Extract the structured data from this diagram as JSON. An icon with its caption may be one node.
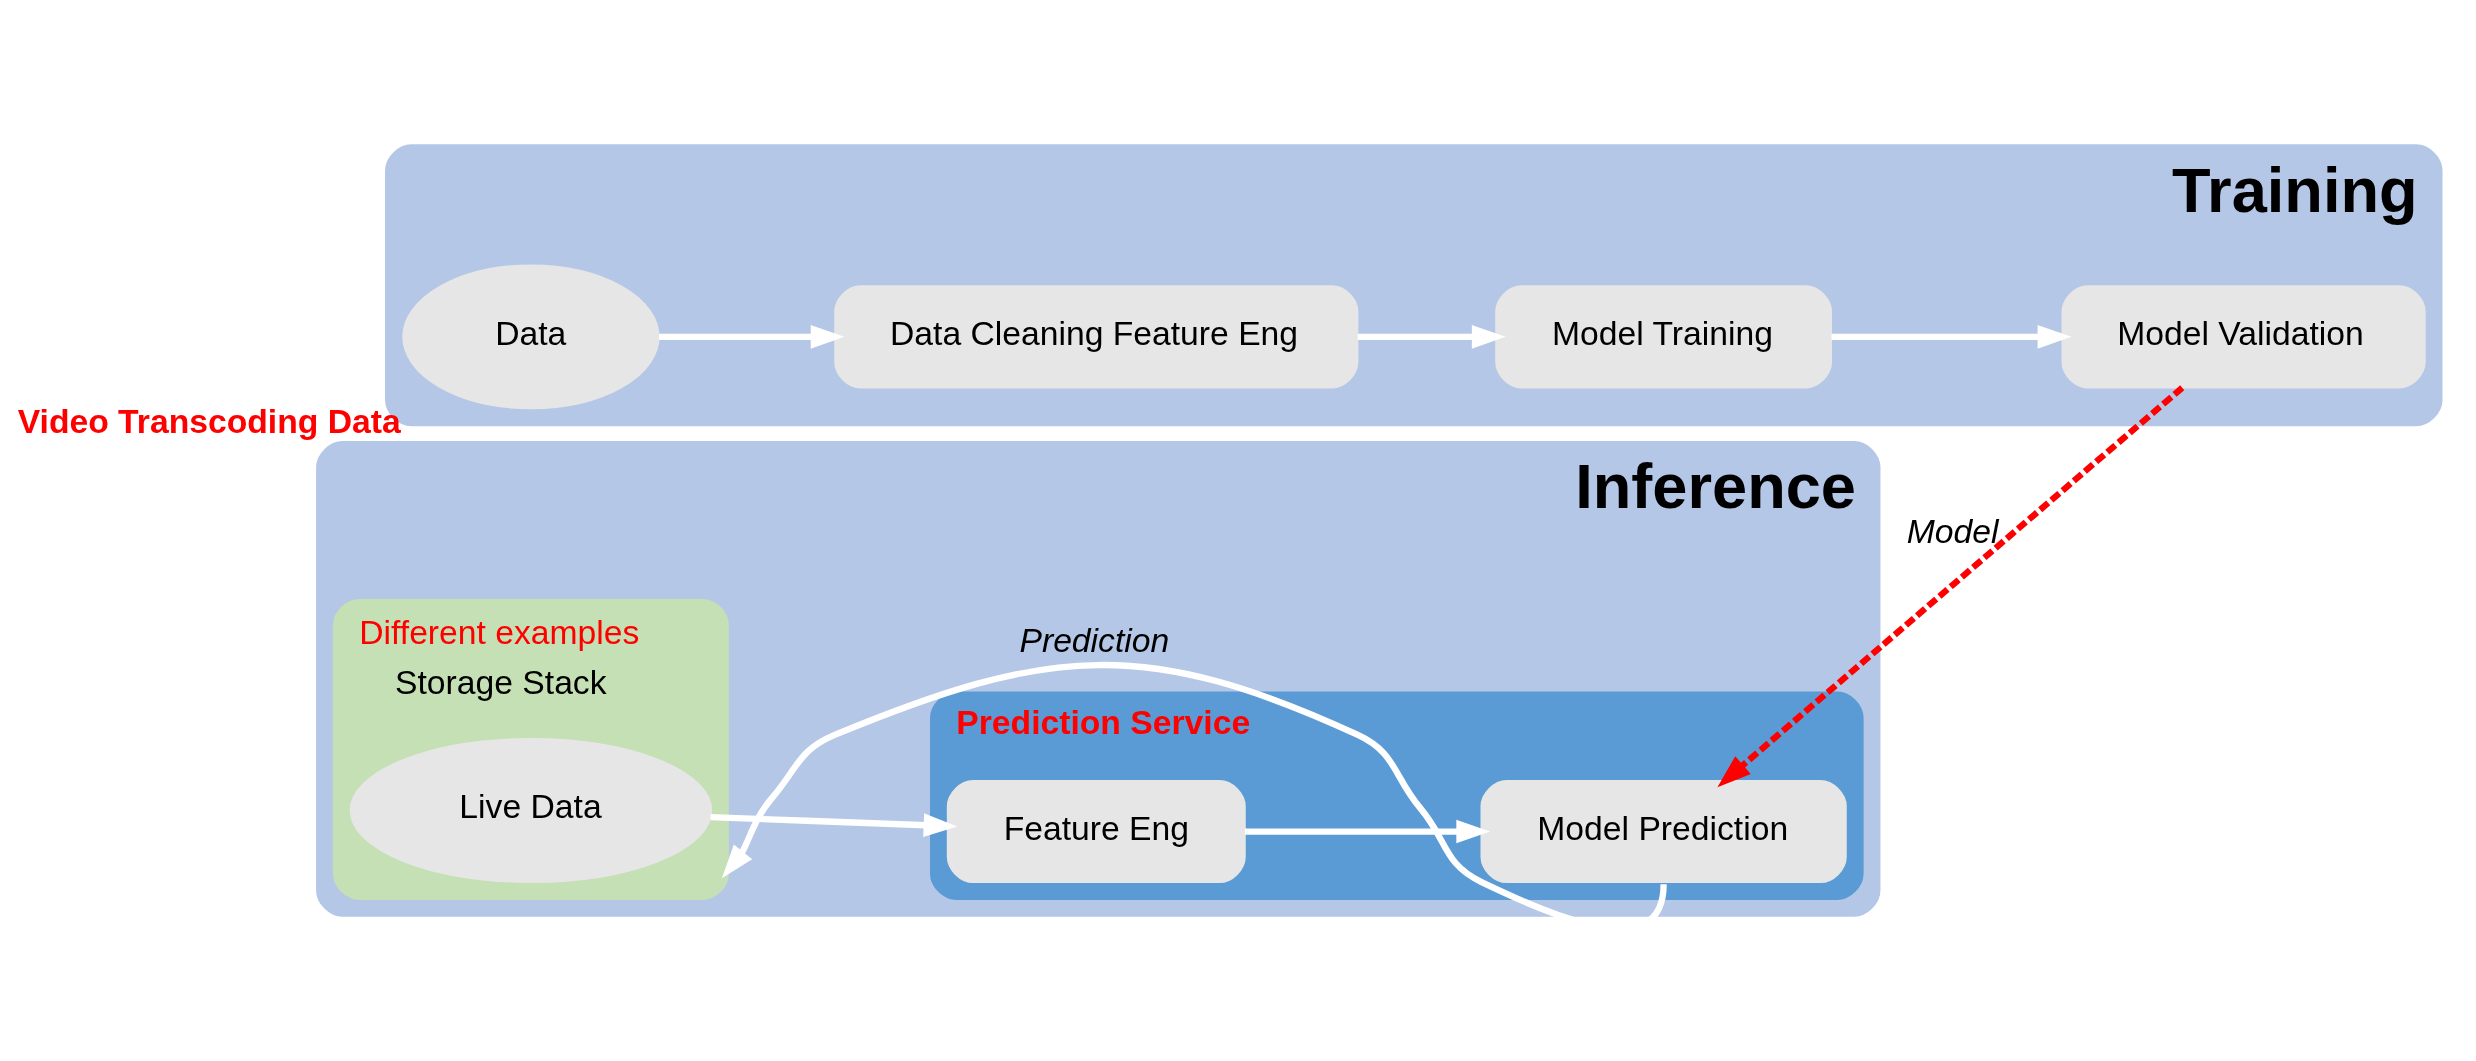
{
  "diagram": {
    "nodes": [
      {
        "text": [
          "Training"
        ]
      },
      {
        "text": [
          "Data"
        ],
        "in": 0,
        "beside": [
          "Video Transcoding Data"
        ]
      },
      {
        "text": [
          "Data Cleaning Feature Eng"
        ],
        "in": 0
      },
      {
        "text": [
          "Model Training"
        ],
        "in": 0
      },
      {
        "text": [
          "Model Validation"
        ],
        "in": 0
      },
      {
        "text": [
          "Inference"
        ]
      },
      {
        "text": [
          "Different examples",
          "Storage Stack"
        ],
        "in": 5
      },
      {
        "text": [
          "Live Data"
        ],
        "in": 6
      },
      {
        "text": [
          "Prediction Service"
        ],
        "in": 5
      },
      {
        "text": [
          "Feature Eng"
        ],
        "in": 8
      },
      {
        "text": [
          "Model Prediction"
        ],
        "in": 8
      }
    ],
    "edges": [
      {
        "from": 1,
        "to": 2,
        "arrow": "to"
      },
      {
        "from": 2,
        "to": 3,
        "arrow": "to"
      },
      {
        "from": 3,
        "to": 4,
        "arrow": "to"
      },
      {
        "from": 4,
        "to": 10,
        "arrow": "to",
        "label": "Model",
        "style": "dashed",
        "color": "#ff0000"
      },
      {
        "from": 7,
        "to": 9,
        "arrow": "to"
      },
      {
        "from": 9,
        "to": 10,
        "arrow": "to"
      },
      {
        "from": 10,
        "to": 6,
        "arrow": "to",
        "label": "Prediction"
      }
    ]
  }
}
